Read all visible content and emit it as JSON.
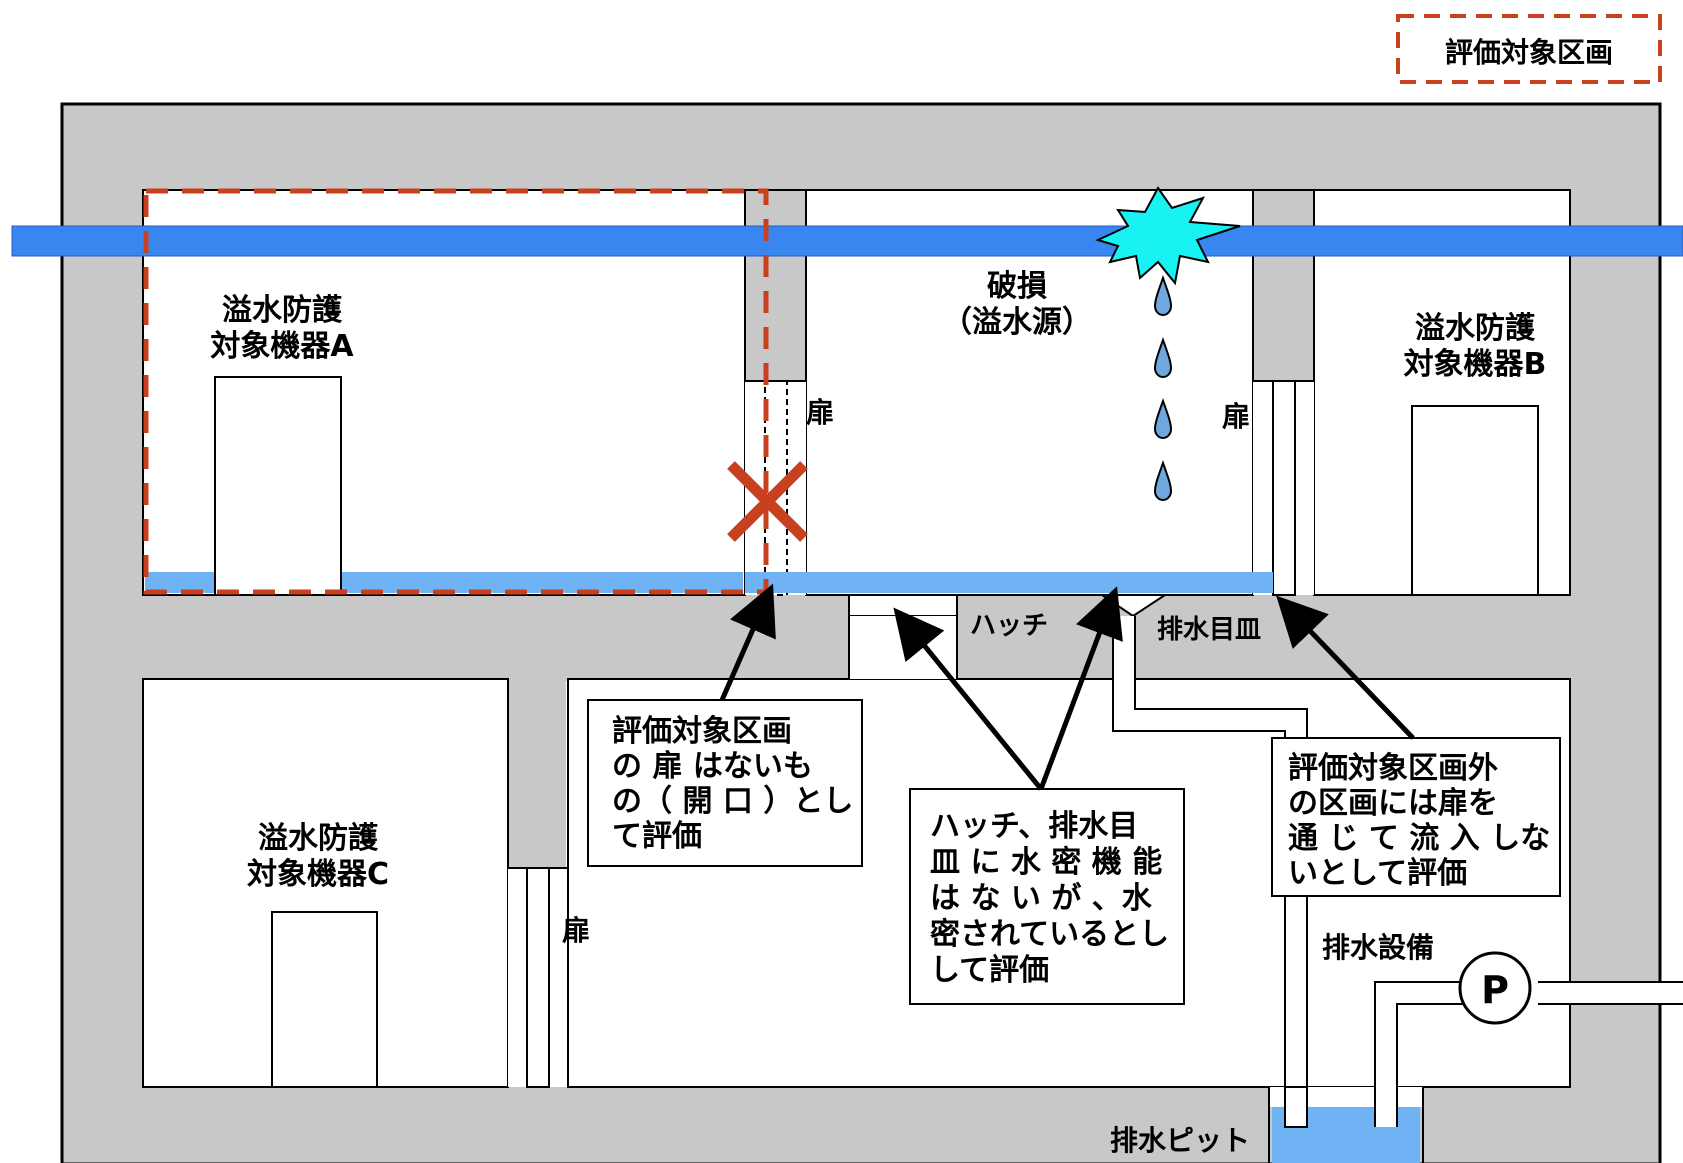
{
  "legend": {
    "label": "評価対象区画",
    "color": "#C8401E"
  },
  "colors": {
    "wall": "#C8C8C8",
    "pipe": "#3A86F0",
    "water": "#6FB3F5",
    "burst": "#19F2F2",
    "drop": "#6FA8DC",
    "mark": "#C8401E"
  },
  "equipment": {
    "a": {
      "line1": "溢水防護",
      "line2": "対象機器A"
    },
    "b": {
      "line1": "溢水防護",
      "line2": "対象機器B"
    },
    "c": {
      "line1": "溢水防護",
      "line2": "対象機器C"
    }
  },
  "source": {
    "line1": "破損",
    "line2": "（溢水源）"
  },
  "labels": {
    "door_a": "扉",
    "door_b": "扉",
    "door_c": "扉",
    "hatch": "ハッチ",
    "drain_plate": "排水目皿",
    "drain_equipment": "排水設備",
    "drain_pit": "排水ピット",
    "pump": "P"
  },
  "callouts": {
    "door": [
      "評価対象区画",
      "の 扉 はないも",
      "の（ 開 口 ）とし",
      "て評価"
    ],
    "hatch": [
      "ハッチ、排水目",
      "皿 に 水 密 機 能",
      "は な い が 、水",
      "密されているとし",
      "して評価"
    ],
    "outside": [
      "評価対象区画外",
      "の区画には扉を",
      "通 じ て 流 入 しな",
      "いとして評価"
    ]
  }
}
